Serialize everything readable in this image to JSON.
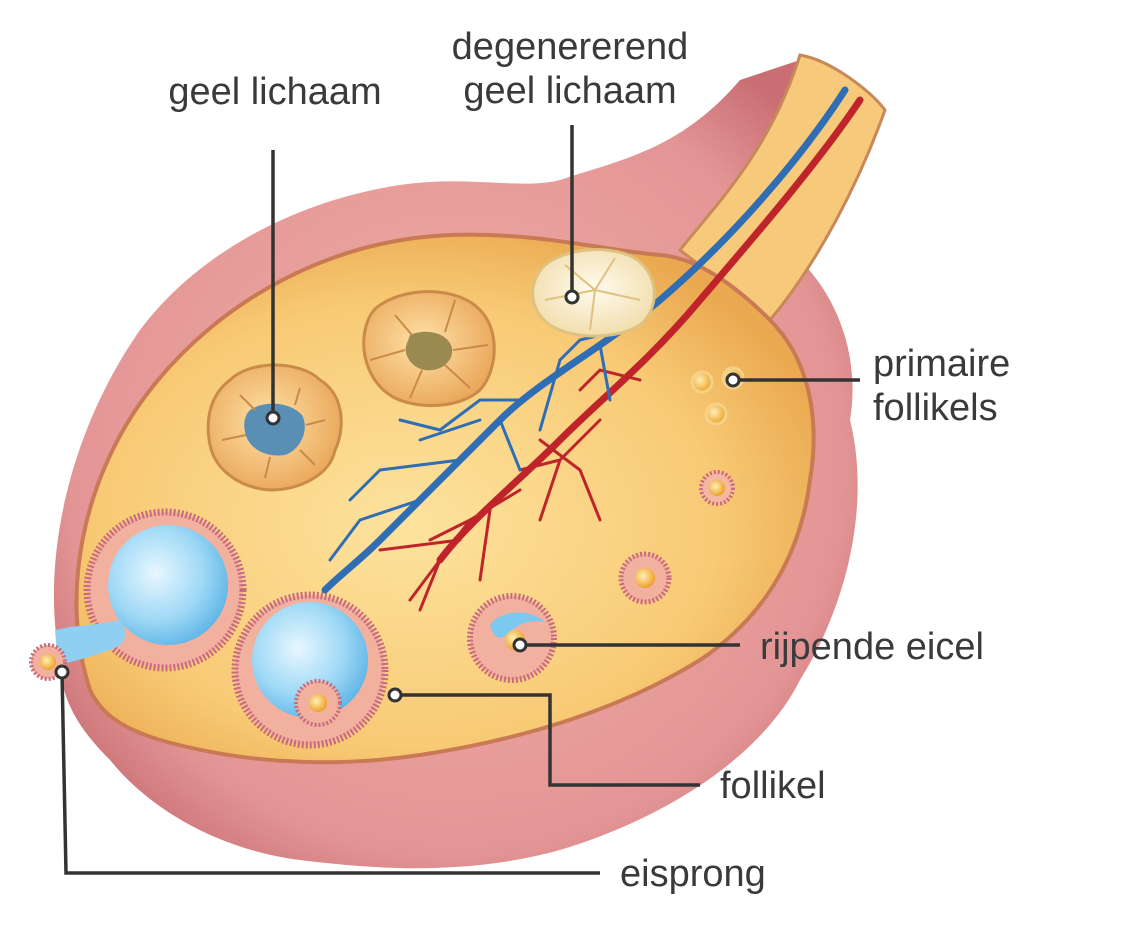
{
  "labels": {
    "corpus_luteum": [
      "geel lichaam"
    ],
    "degenerating_corpus_luteum": [
      "degenererend",
      "geel lichaam"
    ],
    "primary_follicles": [
      "primaire",
      "follikels"
    ],
    "maturing_egg": [
      "rijpende eicel"
    ],
    "follicle": [
      "follikel"
    ],
    "ovulation": [
      "eisprong"
    ]
  },
  "colors": {
    "text": "#3a3a3a",
    "leader": "#333333",
    "outer_tissue": "#d98c8c",
    "ovary_fill": "#f7c97a",
    "vein": "#2f6db5",
    "artery": "#c0242b",
    "fluid": "#a9ddf7",
    "follicle_ring": "#c96a7f",
    "egg": "#f4a623"
  },
  "icons": [
    "ovary-illustration",
    "blood-vessel",
    "corpus-luteum-shape",
    "follicle-shape",
    "egg-cell"
  ]
}
